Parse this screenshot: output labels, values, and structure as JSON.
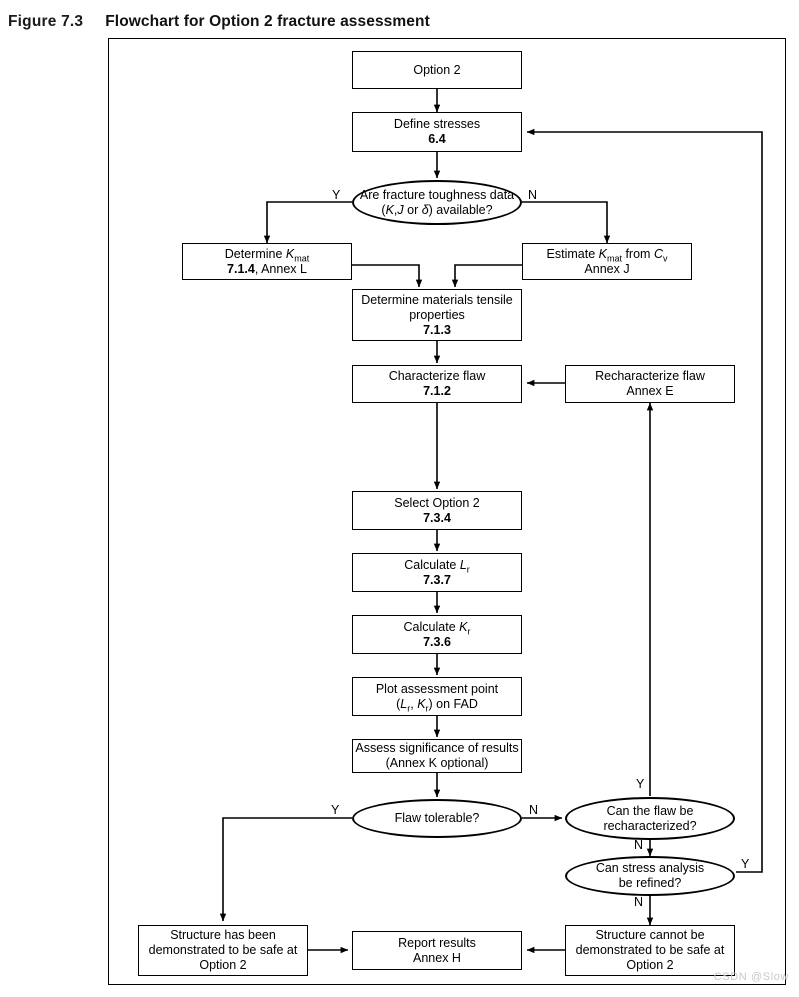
{
  "caption": {
    "figure_number": "Figure 7.3",
    "title": "Flowchart for Option 2 fracture assessment"
  },
  "watermark": "CSDN @Slow",
  "diagram": {
    "type": "flowchart",
    "nodes": [
      {
        "id": "option2",
        "shape": "box",
        "line1": "Option 2",
        "line2": "",
        "line3": ""
      },
      {
        "id": "define",
        "shape": "box",
        "line1": "Define stresses",
        "line2": "6.4",
        "line3": ""
      },
      {
        "id": "toughness_q",
        "shape": "ellipse",
        "line1": "Are fracture toughness data",
        "line2": "(K,J or δ) available?",
        "line3": ""
      },
      {
        "id": "determine_kmat",
        "shape": "box",
        "line1": "Determine Kmat",
        "line2": "7.1.4, Annex L",
        "line3": ""
      },
      {
        "id": "estimate_kmat",
        "shape": "box",
        "line1": "Estimate Kmat from Cv",
        "line2": "Annex J",
        "line3": ""
      },
      {
        "id": "tensile",
        "shape": "box",
        "line1": "Determine materials tensile",
        "line2": "properties",
        "line3": "7.1.3"
      },
      {
        "id": "characterize",
        "shape": "box",
        "line1": "Characterize flaw",
        "line2": "7.1.2",
        "line3": ""
      },
      {
        "id": "recharacterize",
        "shape": "box",
        "line1": "Recharacterize flaw",
        "line2": "Annex E",
        "line3": ""
      },
      {
        "id": "select_opt2",
        "shape": "box",
        "line1": "Select Option 2",
        "line2": "7.3.4",
        "line3": ""
      },
      {
        "id": "calc_lr",
        "shape": "box",
        "line1": "Calculate Lr",
        "line2": "7.3.7",
        "line3": ""
      },
      {
        "id": "calc_kr",
        "shape": "box",
        "line1": "Calculate Kr",
        "line2": "7.3.6",
        "line3": ""
      },
      {
        "id": "plot_point",
        "shape": "box",
        "line1": "Plot assessment point",
        "line2": "(Lr, Kr) on FAD",
        "line3": ""
      },
      {
        "id": "assess",
        "shape": "box",
        "line1": "Assess significance of results",
        "line2": "(Annex K optional)",
        "line3": ""
      },
      {
        "id": "tolerable_q",
        "shape": "ellipse",
        "line1": "Flaw tolerable?",
        "line2": "",
        "line3": ""
      },
      {
        "id": "recharq",
        "shape": "ellipse",
        "line1": "Can the flaw be",
        "line2": "recharacterized?",
        "line3": ""
      },
      {
        "id": "stressq",
        "shape": "ellipse",
        "line1": "Can stress analysis",
        "line2": "be refined?",
        "line3": ""
      },
      {
        "id": "safe",
        "shape": "box",
        "line1": "Structure has been",
        "line2": "demonstrated to be safe at",
        "line3": "Option 2"
      },
      {
        "id": "report",
        "shape": "box",
        "line1": "Report results",
        "line2": "Annex H",
        "line3": ""
      },
      {
        "id": "not_safe",
        "shape": "box",
        "line1": "Structure cannot be",
        "line2": "demonstrated to be safe at",
        "line3": "Option 2"
      }
    ],
    "edge_labels": [
      {
        "id": "toughness_yes",
        "text": "Y"
      },
      {
        "id": "toughness_no",
        "text": "N"
      },
      {
        "id": "tolerable_yes",
        "text": "Y"
      },
      {
        "id": "tolerable_no",
        "text": "N"
      },
      {
        "id": "rechar_yes",
        "text": "Y"
      },
      {
        "id": "rechar_no",
        "text": "N"
      },
      {
        "id": "stress_yes",
        "text": "Y"
      },
      {
        "id": "stress_no",
        "text": "N"
      }
    ]
  }
}
